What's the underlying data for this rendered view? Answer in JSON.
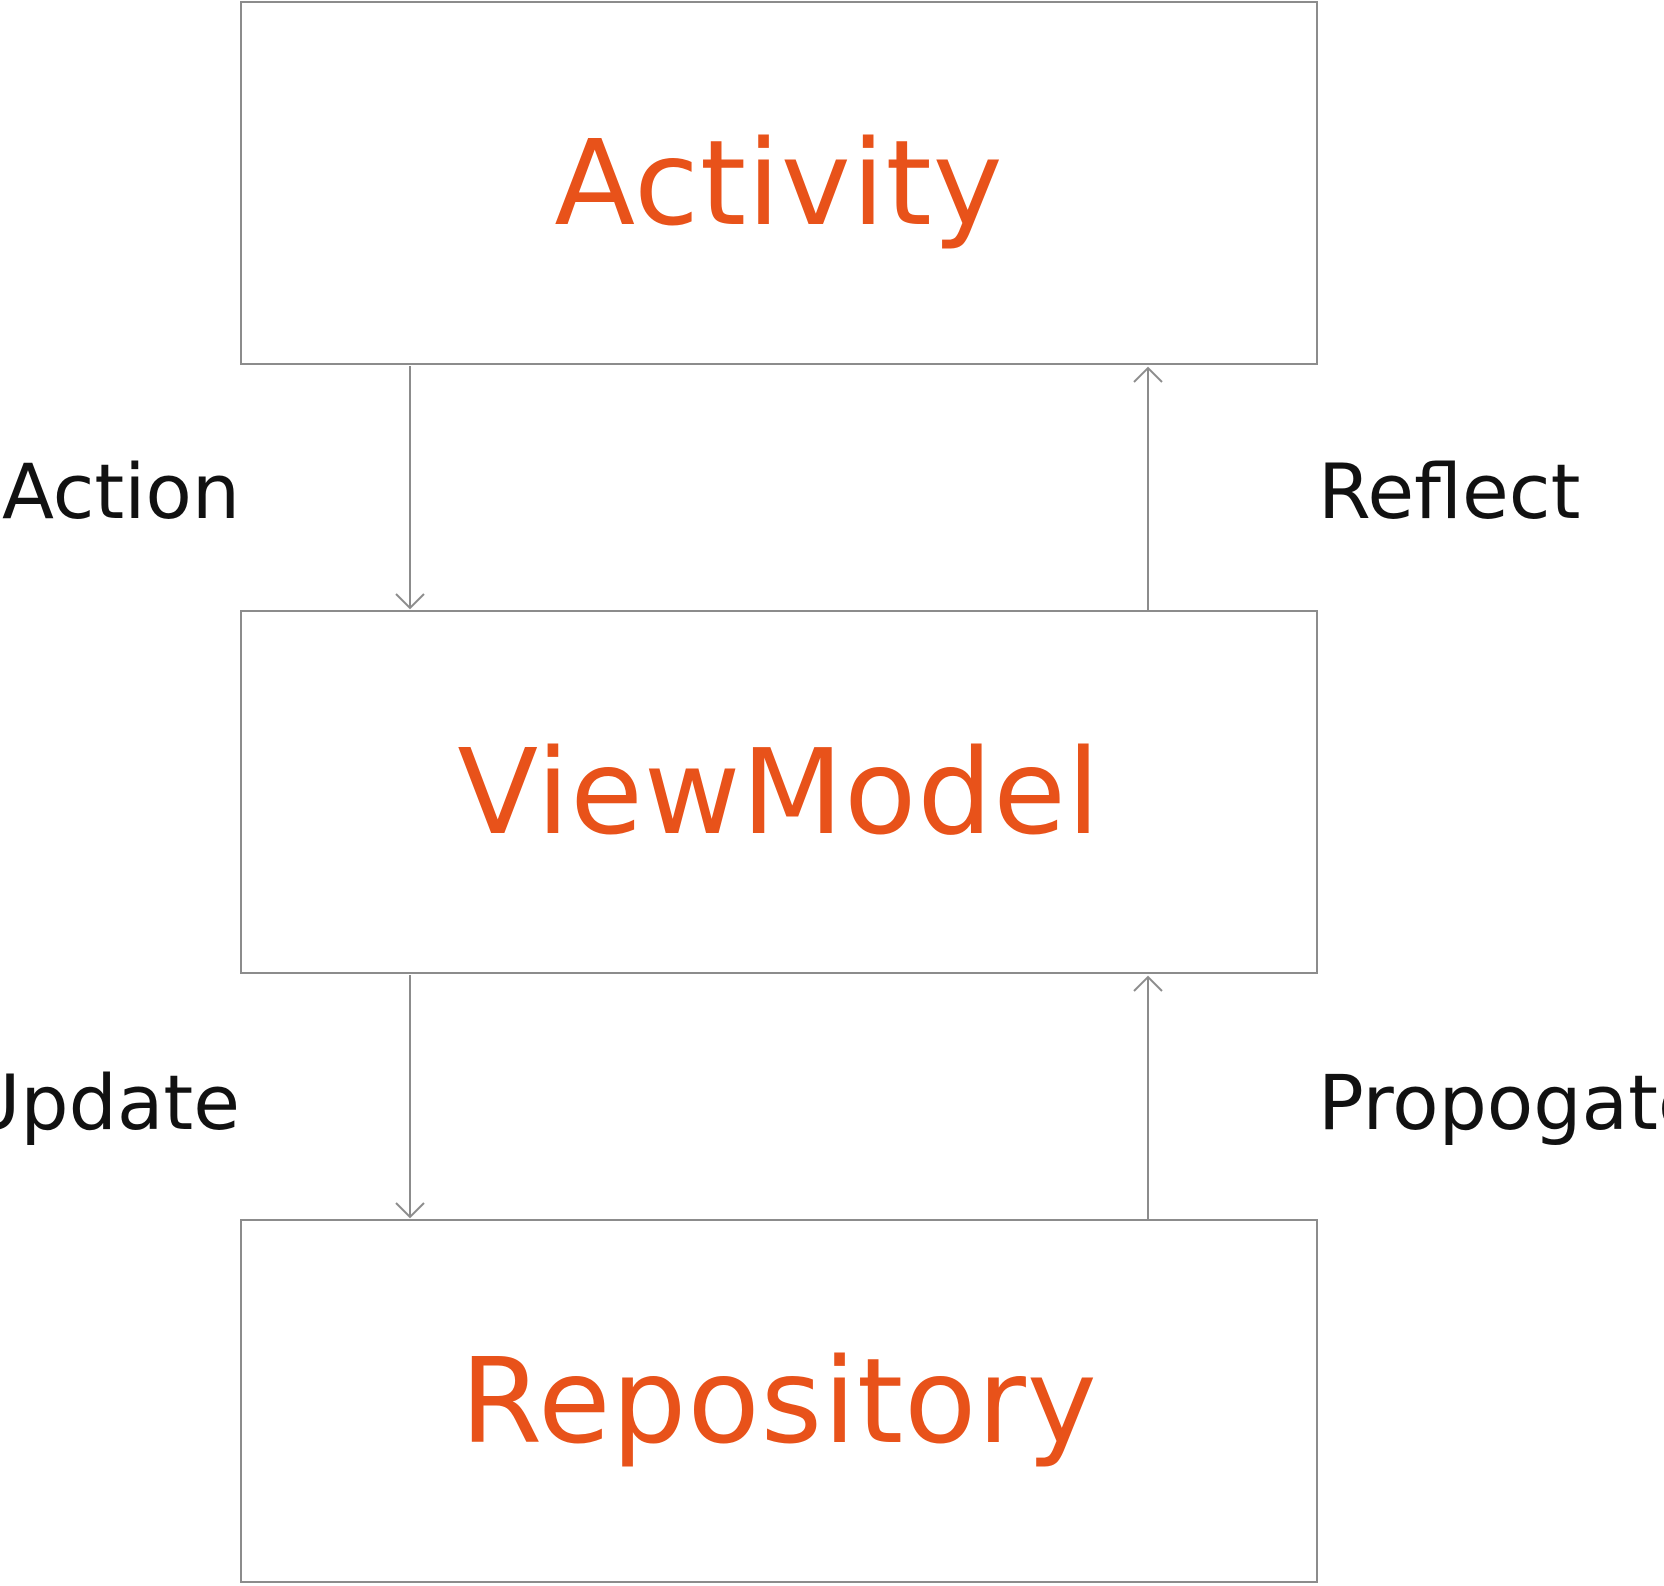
{
  "diagram": {
    "nodes": [
      {
        "id": "activity",
        "label": "Activity"
      },
      {
        "id": "viewmodel",
        "label": "ViewModel"
      },
      {
        "id": "repository",
        "label": "Repository"
      }
    ],
    "edges": [
      {
        "from": "activity",
        "to": "viewmodel",
        "label": "Action"
      },
      {
        "from": "viewmodel",
        "to": "activity",
        "label": "Reflect"
      },
      {
        "from": "viewmodel",
        "to": "repository",
        "label": "Update"
      },
      {
        "from": "repository",
        "to": "viewmodel",
        "label": "Propogate"
      }
    ]
  },
  "colors": {
    "node_text": "#e8521a",
    "edge_text": "#111111",
    "lines": "#8c8c8c"
  }
}
